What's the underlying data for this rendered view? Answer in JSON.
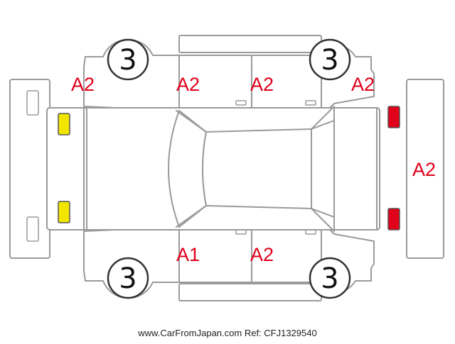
{
  "diagram": {
    "colors": {
      "outline": "#9a9a9a",
      "damage_code": "#e0001a",
      "front_lamp": "#f2e600",
      "rear_lamp": "#e0001a",
      "tire_text": "#111111"
    },
    "tires": {
      "front_left": "3",
      "rear_left": "3",
      "front_right": "3",
      "rear_right": "3"
    },
    "damage_codes": {
      "front_fender_left": "A2",
      "front_door_left": "A2",
      "rear_door_left": "A2",
      "rear_quarter_left": "A2",
      "rear_bumper": "A2",
      "front_door_right": "A1",
      "rear_door_right": "A2"
    },
    "footer": "www.CarFromJapan.com Ref: CFJ1329540"
  }
}
